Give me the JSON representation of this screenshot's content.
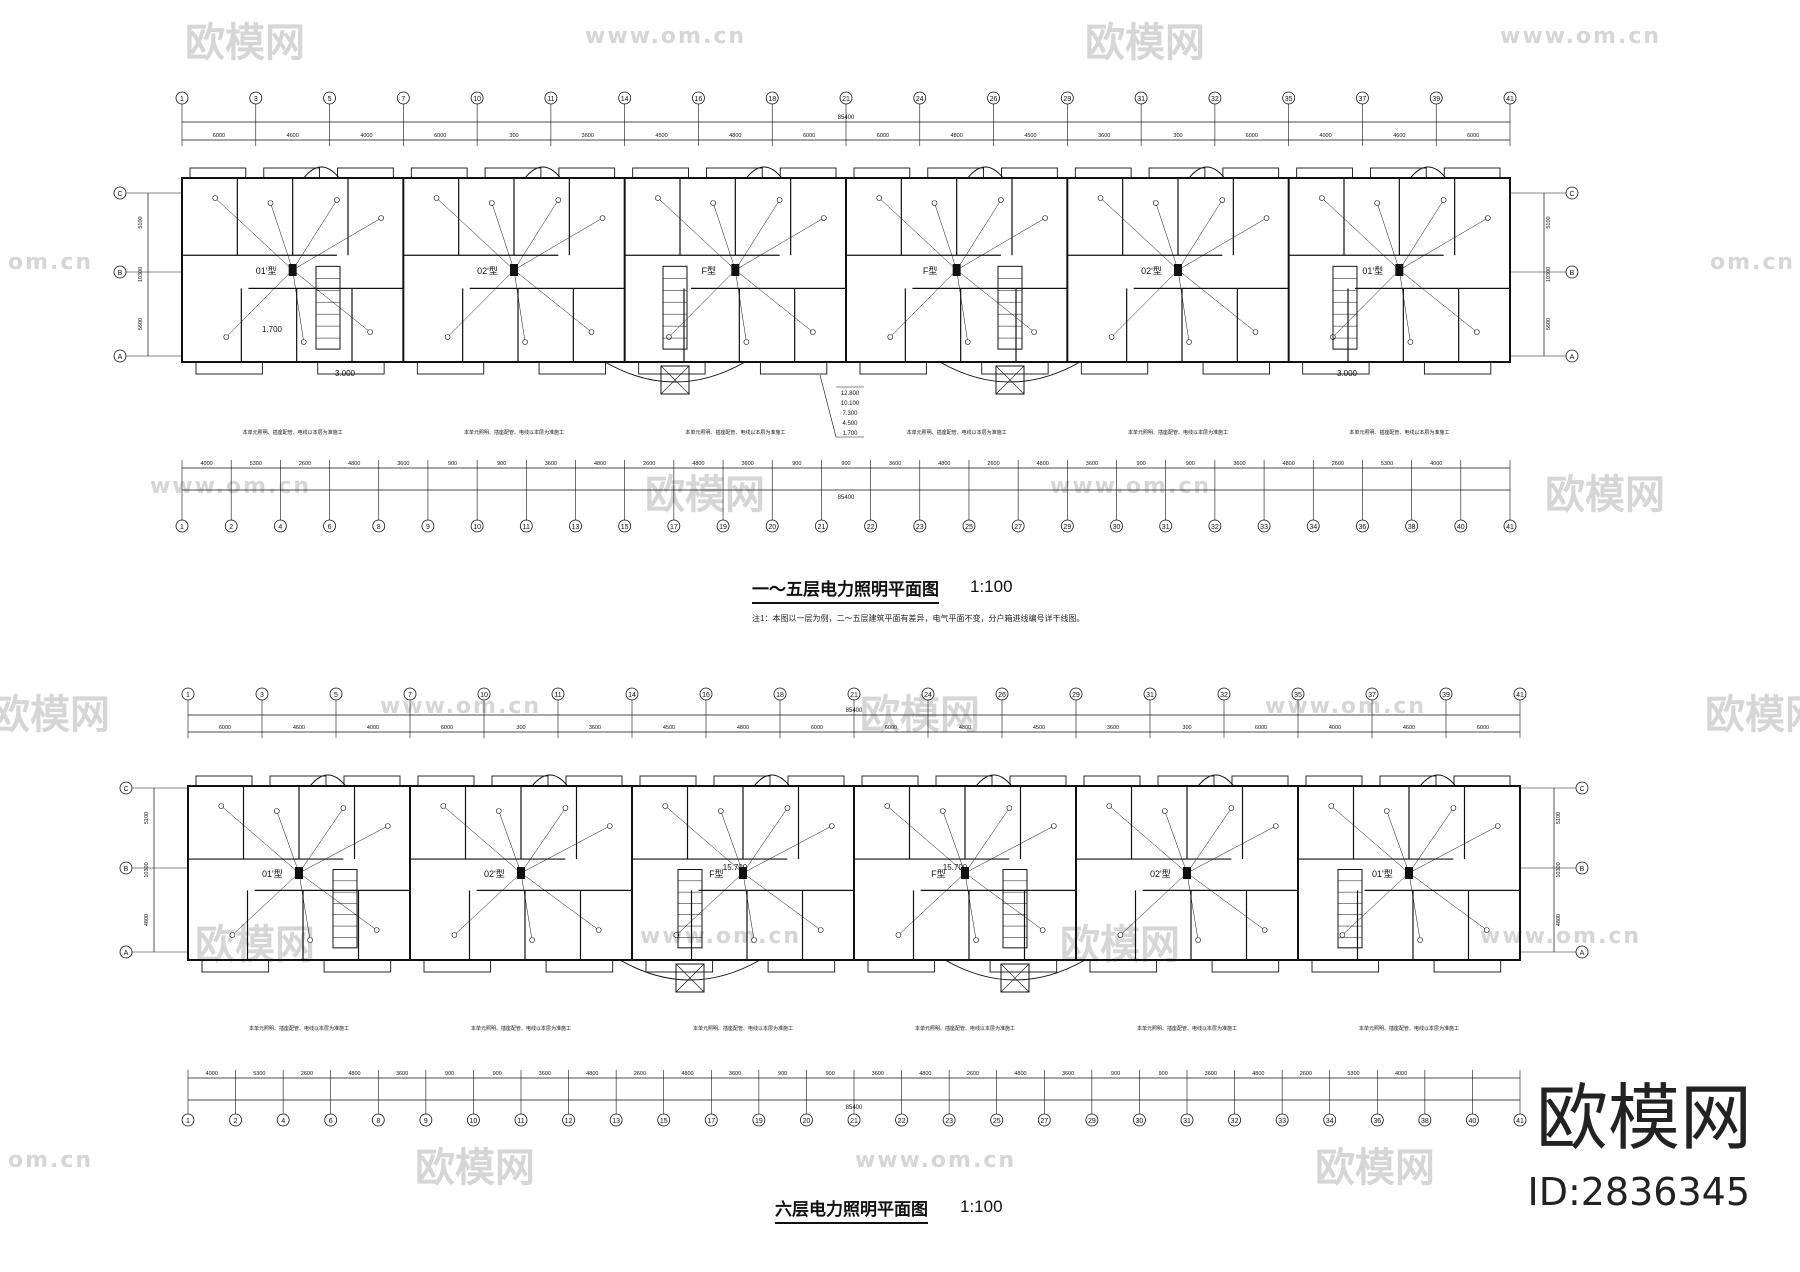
{
  "watermark": {
    "brand": "欧模网",
    "url": "www.om.cn",
    "url_short": "om.cn"
  },
  "plans": [
    {
      "title": "一～五层电力照明平面图",
      "scale": "1:100",
      "note": "注1：本图以一层为例，二～五层建筑平面有差异，电气平面不变，分户箱进线编号详干线图。",
      "unit_types": [
        "01'型",
        "02'型",
        "F型",
        "F型",
        "02'型",
        "01'型"
      ],
      "elevations": [
        "12.800",
        "10.100",
        "7.300",
        "4.500",
        "1.700"
      ],
      "levels": [
        "1.700",
        "3.000",
        "3.000"
      ],
      "top_axes": [
        "1",
        "3",
        "5",
        "7",
        "10",
        "11",
        "14",
        "16",
        "18",
        "21",
        "24",
        "26",
        "29",
        "31",
        "32",
        "35",
        "37",
        "39",
        "41"
      ],
      "top_dims": [
        "6000",
        "4600",
        "4000",
        "6000",
        "300",
        "3600",
        "4500",
        "4800",
        "6000",
        "6000",
        "4800",
        "4500",
        "3600",
        "300",
        "6000",
        "4000",
        "4600",
        "6000"
      ],
      "bottom_axes": [
        "1",
        "2",
        "4",
        "6",
        "8",
        "9",
        "10",
        "11",
        "13",
        "15",
        "17",
        "19",
        "20",
        "21",
        "22",
        "23",
        "25",
        "27",
        "29",
        "30",
        "31",
        "32",
        "33",
        "34",
        "36",
        "38",
        "40",
        "41"
      ],
      "bottom_dims": [
        "4000",
        "5300",
        "2600",
        "4800",
        "3600",
        "900",
        "900",
        "3600",
        "4800",
        "2600",
        "4800",
        "3600",
        "900",
        "900",
        "3600",
        "4800",
        "2600",
        "4800",
        "3600",
        "900",
        "900",
        "3600",
        "4800",
        "2600",
        "5300",
        "4000"
      ],
      "total_dim": "85400",
      "row_axes": [
        "C",
        "B",
        "A"
      ],
      "side_dims": [
        "5100",
        "10300",
        "5600"
      ],
      "unit_note": "本单元照明、插座配管、电线以本层为准施工"
    },
    {
      "title": "六层电力照明平面图",
      "scale": "1:100",
      "unit_types": [
        "01'型",
        "02'型",
        "F型",
        "F型",
        "02'型",
        "01'型"
      ],
      "levels": [
        "15.700",
        "15.700"
      ],
      "top_axes": [
        "1",
        "3",
        "5",
        "7",
        "10",
        "11",
        "14",
        "16",
        "18",
        "21",
        "24",
        "26",
        "29",
        "31",
        "32",
        "35",
        "37",
        "39",
        "41"
      ],
      "top_dims": [
        "6000",
        "4600",
        "4000",
        "6000",
        "300",
        "3600",
        "4500",
        "4800",
        "6000",
        "6000",
        "4800",
        "4500",
        "3600",
        "300",
        "6000",
        "4000",
        "4600",
        "6000"
      ],
      "bottom_axes": [
        "1",
        "2",
        "4",
        "6",
        "8",
        "9",
        "10",
        "11",
        "12",
        "13",
        "15",
        "17",
        "19",
        "20",
        "21",
        "22",
        "23",
        "25",
        "27",
        "29",
        "30",
        "31",
        "32",
        "33",
        "34",
        "36",
        "38",
        "40",
        "41"
      ],
      "bottom_dims": [
        "4000",
        "5300",
        "2600",
        "4800",
        "3600",
        "900",
        "900",
        "3600",
        "4800",
        "2600",
        "4800",
        "3600",
        "900",
        "900",
        "3600",
        "4800",
        "2600",
        "4800",
        "3600",
        "900",
        "900",
        "3600",
        "4800",
        "2600",
        "5300",
        "4000"
      ],
      "total_dim": "85400",
      "row_axes": [
        "C",
        "B",
        "A"
      ],
      "side_dims": [
        "5100",
        "10300",
        "4800"
      ],
      "unit_note": "本单元照明、插座配管、电线以本层为准施工"
    }
  ],
  "corner": {
    "brand": "欧模网",
    "id": "ID:2836345"
  }
}
